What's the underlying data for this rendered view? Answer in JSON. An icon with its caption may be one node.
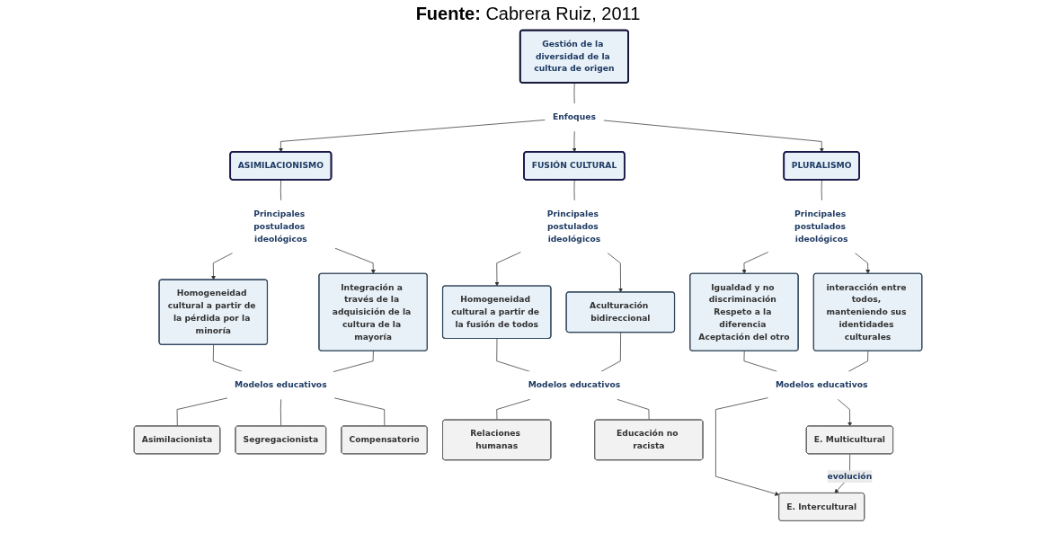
{
  "diagram": {
    "caption": "**Fuente:** Cabrera Ruiz, 2011",
    "nodes": [
      {
        "text": [
          "Gestión de la diversidad de la cultura de origen"
        ]
      },
      {
        "text": [
          "Enfoques"
        ]
      },
      {
        "text": [
          "ASIMILACIONISMO"
        ]
      },
      {
        "text": [
          "FUSIÓN CULTURAL"
        ]
      },
      {
        "text": [
          "PLURALISMO"
        ]
      },
      {
        "text": [
          "Principales postulados ideológicos"
        ]
      },
      {
        "text": [
          "Homogeneidad cultural a partir de la pérdida por la minoría"
        ]
      },
      {
        "text": [
          "Integración a través de la adquisición de la cultura de la mayoría"
        ]
      },
      {
        "text": [
          "Modelos educativos"
        ]
      },
      {
        "text": [
          "Asimilacionista"
        ]
      },
      {
        "text": [
          "Segregacionista"
        ]
      },
      {
        "text": [
          "Compensatorio"
        ]
      },
      {
        "text": [
          "Principales postulados ideológicos"
        ]
      },
      {
        "text": [
          "Homogeneidad cultural a partir de la fusión de todos"
        ]
      },
      {
        "text": [
          "Aculturación bidireccional"
        ]
      },
      {
        "text": [
          "Modelos educativos"
        ]
      },
      {
        "text": [
          "Relaciones humanas"
        ]
      },
      {
        "text": [
          "Educación no racista"
        ]
      },
      {
        "text": [
          "Principales postulados ideológicos"
        ]
      },
      {
        "text": [
          "Igualdad y no discriminación Respeto a la diferencia Aceptación del otro"
        ]
      },
      {
        "text": [
          "interacción entre todos, manteniendo sus identidades culturales"
        ]
      },
      {
        "text": [
          "Modelos educativos"
        ]
      },
      {
        "text": [
          "E. Multicultural"
        ]
      },
      {
        "text": [
          "E. Intercultural"
        ]
      }
    ],
    "edges": [
      {
        "from": 0,
        "to": 1,
        "arrow": "none"
      },
      {
        "from": 1,
        "to": 2,
        "arrow": "to"
      },
      {
        "from": 1,
        "to": 3,
        "arrow": "to"
      },
      {
        "from": 1,
        "to": 4,
        "arrow": "to"
      },
      {
        "from": 2,
        "to": 5,
        "arrow": "none"
      },
      {
        "from": 5,
        "to": 6,
        "arrow": "to"
      },
      {
        "from": 5,
        "to": 7,
        "arrow": "to"
      },
      {
        "from": 6,
        "to": 8,
        "arrow": "none"
      },
      {
        "from": 7,
        "to": 8,
        "arrow": "none"
      },
      {
        "from": 8,
        "to": 9,
        "arrow": "none"
      },
      {
        "from": 8,
        "to": 10,
        "arrow": "none"
      },
      {
        "from": 8,
        "to": 11,
        "arrow": "none"
      },
      {
        "from": 3,
        "to": 12,
        "arrow": "none"
      },
      {
        "from": 12,
        "to": 13,
        "arrow": "to"
      },
      {
        "from": 12,
        "to": 14,
        "arrow": "to"
      },
      {
        "from": 13,
        "to": 15,
        "arrow": "none"
      },
      {
        "from": 14,
        "to": 15,
        "arrow": "none"
      },
      {
        "from": 15,
        "to": 16,
        "arrow": "none"
      },
      {
        "from": 15,
        "to": 17,
        "arrow": "none"
      },
      {
        "from": 4,
        "to": 18,
        "arrow": "none"
      },
      {
        "from": 18,
        "to": 19,
        "arrow": "to"
      },
      {
        "from": 18,
        "to": 20,
        "arrow": "to"
      },
      {
        "from": 19,
        "to": 21,
        "arrow": "none"
      },
      {
        "from": 20,
        "to": 21,
        "arrow": "none"
      },
      {
        "from": 21,
        "to": 22,
        "arrow": "to"
      },
      {
        "from": 21,
        "to": 23,
        "arrow": "to"
      },
      {
        "from": 22,
        "to": 23,
        "label": "evolución",
        "arrow": "to"
      }
    ]
  }
}
